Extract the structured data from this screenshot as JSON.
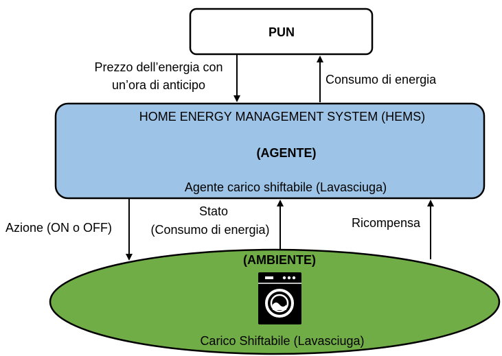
{
  "pun_box": {
    "label": "PUN"
  },
  "arrows": {
    "price_forecast_line1": "Prezzo dell’energia con",
    "price_forecast_line2": "un’ora di anticipo",
    "energy_consumption_up": "Consumo di energia",
    "action": "Azione (ON o OFF)",
    "state_line1": "Stato",
    "state_line2": "(Consumo di energia)",
    "reward": "Ricompensa"
  },
  "hems_box": {
    "title": "HOME ENERGY MANAGEMENT SYSTEM (HEMS)",
    "role": "(AGENTE)",
    "subtitle": "Agente carico shiftabile (Lavasciuga)",
    "fill_color": "#9dc3e6"
  },
  "environment": {
    "role": "(AMBIENTE)",
    "label": "Carico Shiftabile (Lavasciuga)",
    "fill_color": "#70ad47",
    "icon": "washing-machine-icon"
  }
}
